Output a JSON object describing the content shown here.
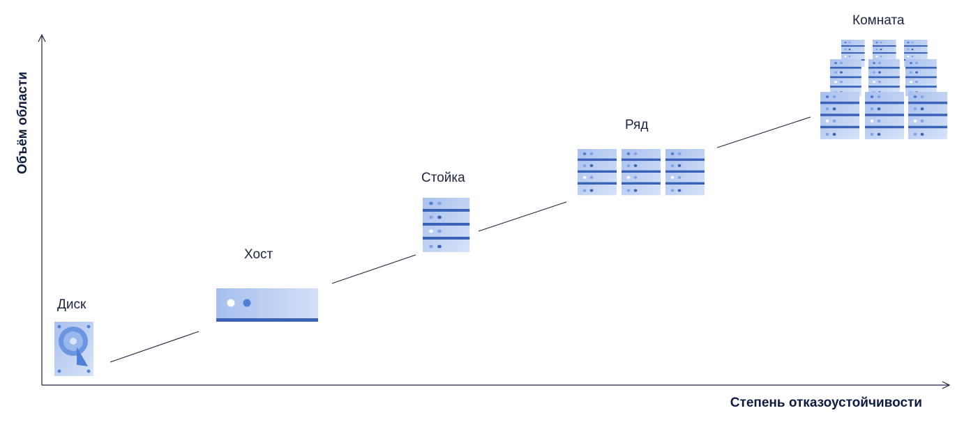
{
  "axes": {
    "y_label": "Объём области",
    "x_label": "Степень отказоустойчивости"
  },
  "stages": [
    {
      "id": "disk",
      "label": "Диск"
    },
    {
      "id": "host",
      "label": "Хост"
    },
    {
      "id": "rack",
      "label": "Стойка"
    },
    {
      "id": "row",
      "label": "Ряд"
    },
    {
      "id": "room",
      "label": "Комната"
    }
  ],
  "colors": {
    "device_fill_light": "#c9d8f5",
    "device_fill_dark": "#a9c2ee",
    "device_stripe": "#3a63b8",
    "device_dot": "#4f7fd6",
    "axis": "#1b2340",
    "connector": "#1b2340"
  }
}
